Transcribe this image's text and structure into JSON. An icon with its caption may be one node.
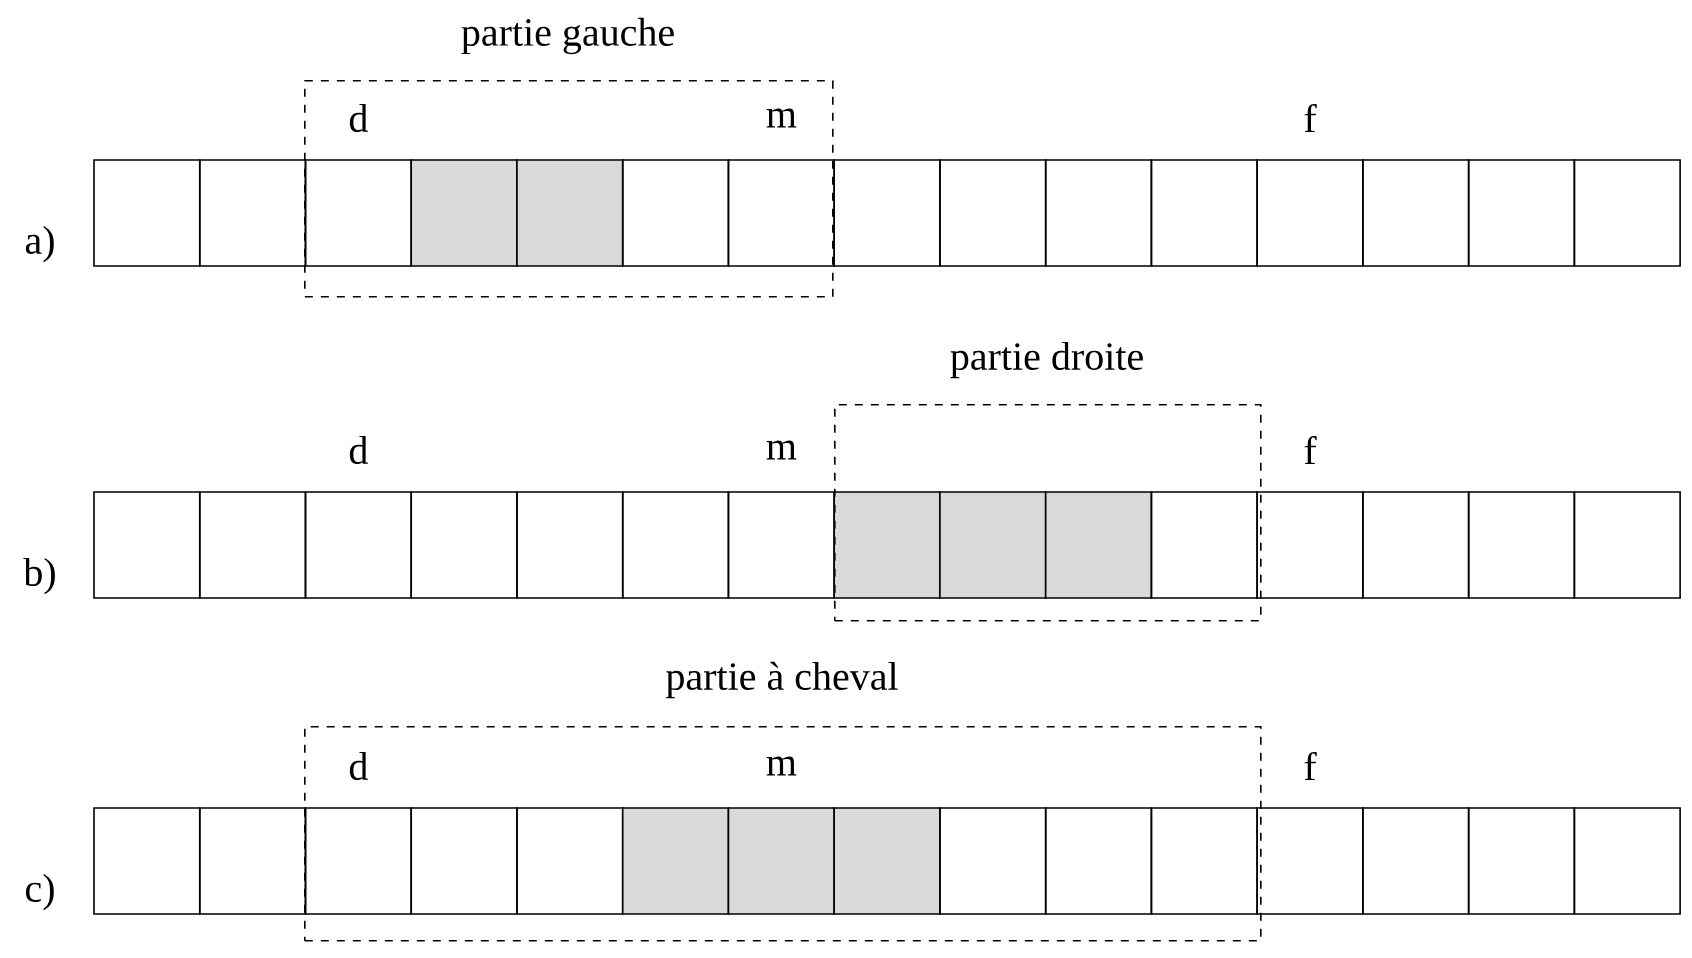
{
  "diagram": {
    "nodes": [
      {
        "text": [
          "partie gauche"
        ]
      },
      {
        "text": [
          "partie droite"
        ]
      },
      {
        "text": [
          "partie à cheval"
        ]
      }
    ],
    "labels": [
      "d",
      "m",
      "f",
      "a)",
      "d",
      "m",
      "f",
      "b)",
      "d",
      "m",
      "f",
      "c)"
    ]
  }
}
